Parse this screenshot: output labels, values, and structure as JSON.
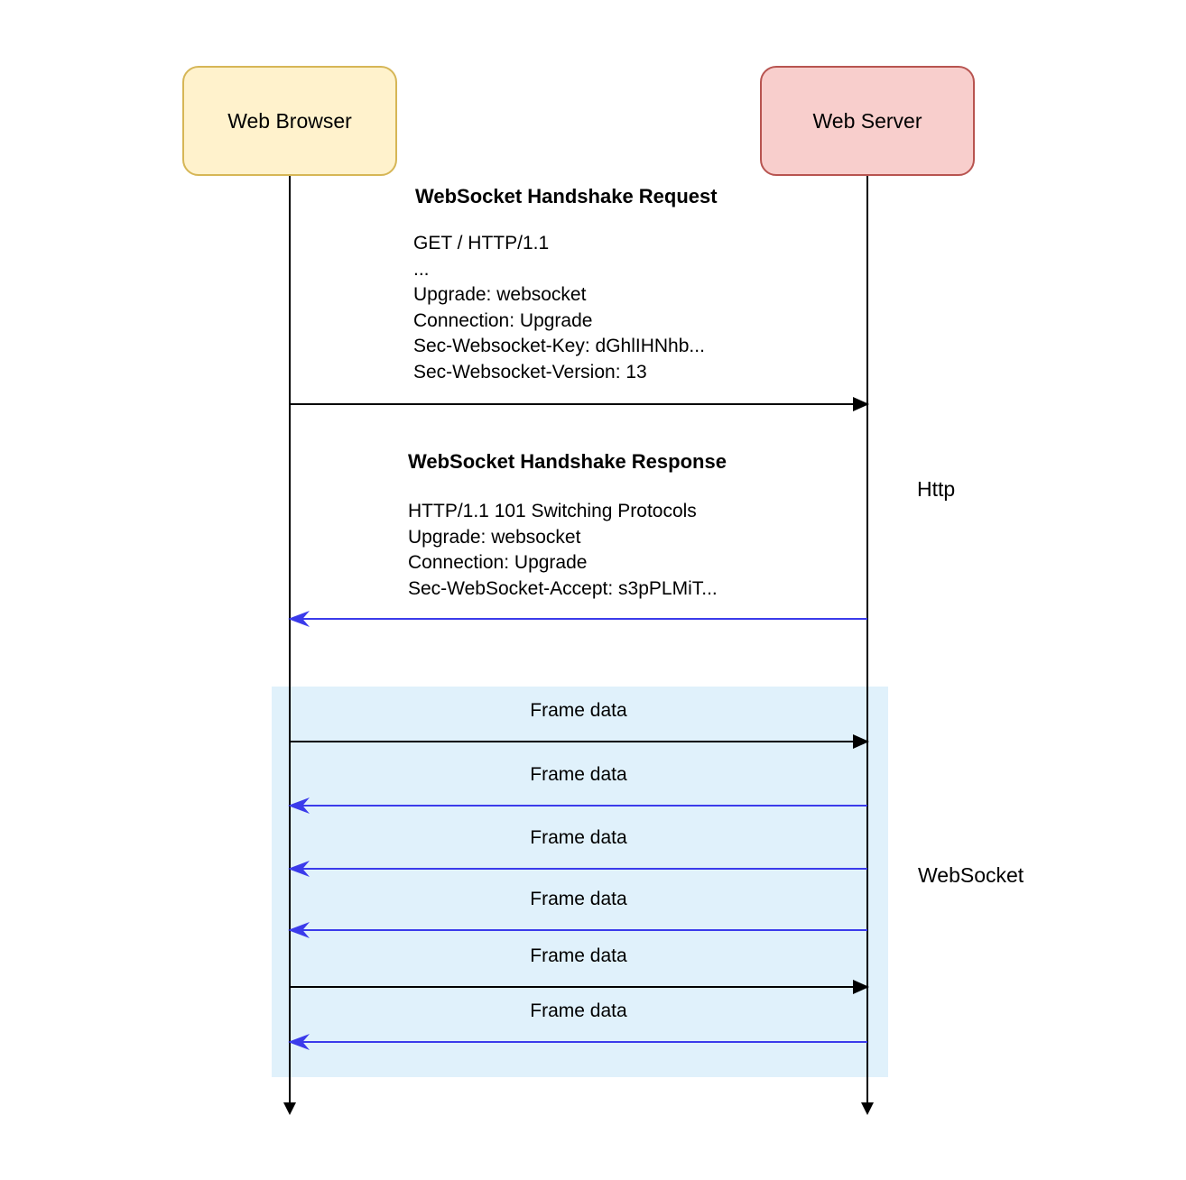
{
  "actors": [
    {
      "label": "Web Browser"
    },
    {
      "label": "Web Server"
    }
  ],
  "request": {
    "title": "WebSocket Handshake Request",
    "lines": [
      "GET / HTTP/1.1",
      "...",
      "Upgrade: websocket",
      "Connection: Upgrade",
      "Sec-Websocket-Key: dGhlIHNhb...",
      "Sec-Websocket-Version: 13"
    ],
    "direction": "browser-to-server"
  },
  "response": {
    "title": "WebSocket Handshake Response",
    "lines": [
      "HTTP/1.1 101 Switching Protocols",
      "Upgrade: websocket",
      "Connection: Upgrade",
      "Sec-WebSocket-Accept: s3pPLMiT..."
    ],
    "direction": "server-to-browser"
  },
  "phase_labels": {
    "http": "Http",
    "websocket": "WebSocket"
  },
  "frames": [
    {
      "label": "Frame data",
      "direction": "browser-to-server"
    },
    {
      "label": "Frame data",
      "direction": "server-to-browser"
    },
    {
      "label": "Frame data",
      "direction": "server-to-browser"
    },
    {
      "label": "Frame data",
      "direction": "server-to-browser"
    },
    {
      "label": "Frame data",
      "direction": "browser-to-server"
    },
    {
      "label": "Frame data",
      "direction": "server-to-browser"
    }
  ],
  "colors": {
    "browser_fill": "#FFF2CC",
    "browser_stroke": "#D6B656",
    "server_fill": "#F8CECC",
    "server_stroke": "#B85450",
    "websocket_region_fill": "#E0F1FB",
    "arrow_black": "#000000",
    "arrow_blue": "#3B3BEB"
  }
}
